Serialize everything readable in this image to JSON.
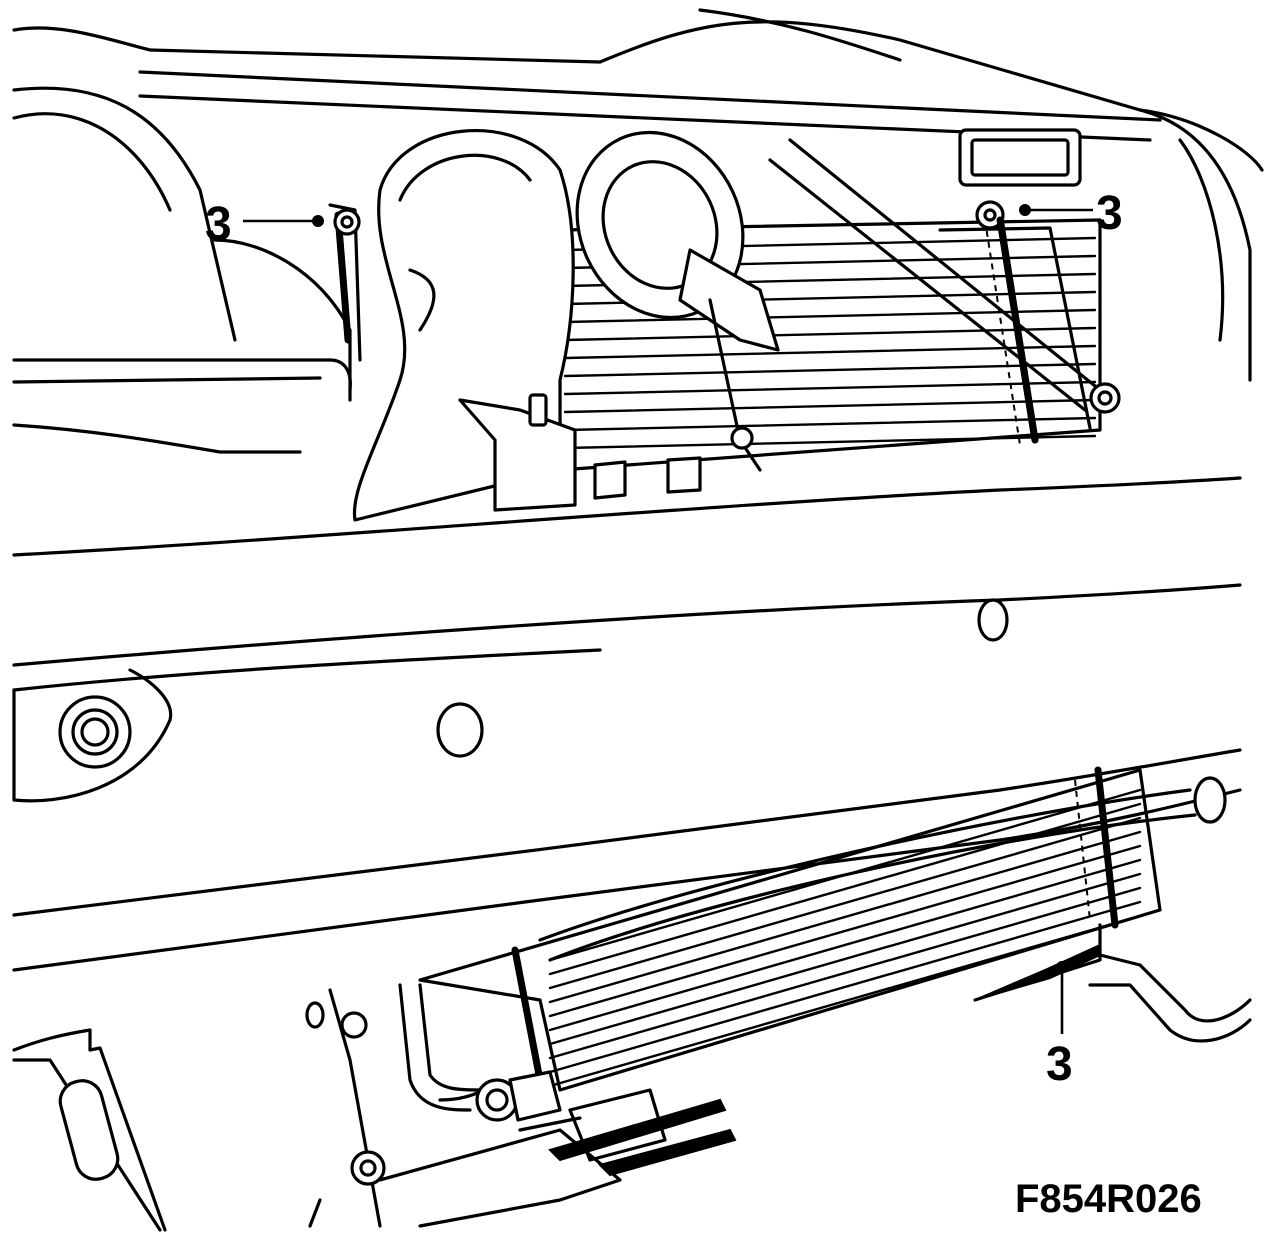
{
  "figure_code": "F854R026",
  "callouts": [
    {
      "label": "3"
    },
    {
      "label": "3"
    },
    {
      "label": "3"
    }
  ]
}
